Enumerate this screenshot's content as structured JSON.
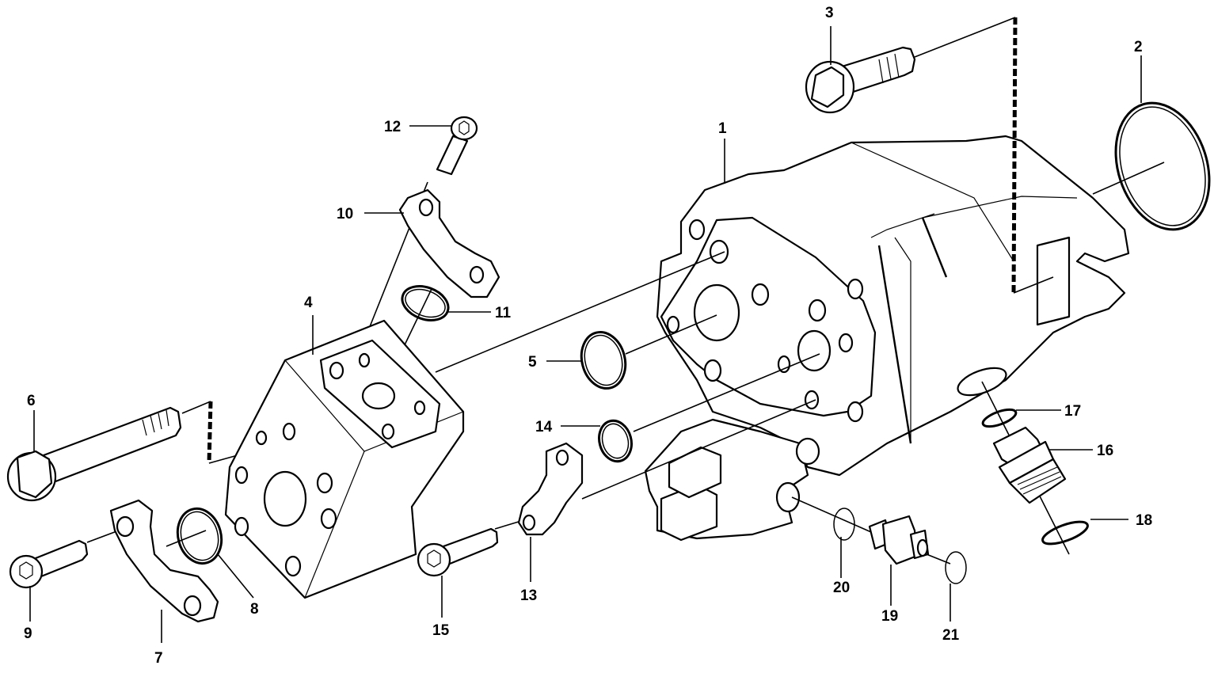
{
  "diagram": {
    "type": "exploded-parts-view",
    "subject": "Hydraulic pump assembly",
    "callouts": [
      {
        "id": "1",
        "label": "1"
      },
      {
        "id": "2",
        "label": "2"
      },
      {
        "id": "3",
        "label": "3"
      },
      {
        "id": "4",
        "label": "4"
      },
      {
        "id": "5",
        "label": "5"
      },
      {
        "id": "6",
        "label": "6"
      },
      {
        "id": "7",
        "label": "7"
      },
      {
        "id": "8",
        "label": "8"
      },
      {
        "id": "9",
        "label": "9"
      },
      {
        "id": "10",
        "label": "10"
      },
      {
        "id": "11",
        "label": "11"
      },
      {
        "id": "12",
        "label": "12"
      },
      {
        "id": "13",
        "label": "13"
      },
      {
        "id": "14",
        "label": "14"
      },
      {
        "id": "15",
        "label": "15"
      },
      {
        "id": "16",
        "label": "16"
      },
      {
        "id": "17",
        "label": "17"
      },
      {
        "id": "18",
        "label": "18"
      },
      {
        "id": "19",
        "label": "19"
      },
      {
        "id": "20",
        "label": "20"
      },
      {
        "id": "21",
        "label": "21"
      }
    ],
    "parts": {
      "pump_housing": "1",
      "large_o_ring": "2",
      "flange_bolt": "3",
      "port_block": "4",
      "o_ring_port": "5",
      "long_hex_bolt": "6",
      "split_flange_large": "7",
      "o_ring_large_flange": "8",
      "socket_screw_large": "9",
      "split_flange_upper": "10",
      "o_ring_upper": "11",
      "socket_screw_upper": "12",
      "split_flange_small": "13",
      "o_ring_small": "14",
      "socket_screw_small": "15",
      "threaded_adapter": "16",
      "seal_ring_upper": "17",
      "seal_ring_lower": "18",
      "nipple_fitting": "19",
      "washer_left": "20",
      "washer_right": "21"
    }
  }
}
